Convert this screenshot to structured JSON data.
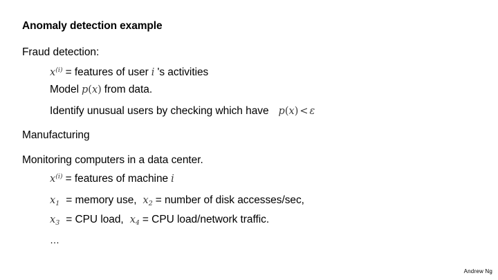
{
  "slide": {
    "title": "Anomaly detection example",
    "background_color": "#ffffff",
    "text_color": "#000000",
    "math_color": "#3a3a3a"
  },
  "sections": {
    "fraud": {
      "heading": "Fraud detection:",
      "line_features_prefix": "= features of user",
      "line_features_suffix": "'s activities",
      "line_model_prefix": "Model",
      "line_model_suffix": "from data.",
      "line_identify": "Identify unusual users by checking which have"
    },
    "manufacturing": {
      "heading": "Manufacturing",
      "line_monitoring": "Monitoring computers in a data center.",
      "line_features": "= features of machine",
      "line_x1_label": "= memory use,",
      "line_x2_label": "= number of disk accesses/sec,",
      "line_x3_label": "= CPU load,",
      "line_x4_label": "= CPU load/network traffic.",
      "ellipsis": "…"
    }
  },
  "math": {
    "x_var": "x",
    "p_var": "p",
    "i_index": "i",
    "sup_i": "(i)",
    "sub_1": "1",
    "sub_2": "2",
    "sub_3": "3",
    "sub_4": "4",
    "paren_open": "(",
    "paren_close": ")",
    "less_than": "<",
    "epsilon": "ε"
  },
  "footer": {
    "credit": "Andrew Ng"
  }
}
